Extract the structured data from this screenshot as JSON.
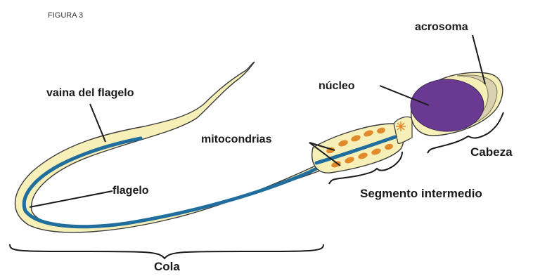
{
  "figure_label": "FIGURA 3",
  "labels": {
    "acrosoma": "acrosoma",
    "nucleo": "núcleo",
    "vaina": "vaina del flagelo",
    "mitocondrias": "mitocondrias",
    "flagelo": "flagelo",
    "cabeza": "Cabeza",
    "segmento": "Segmento intermedio",
    "cola": "Cola"
  },
  "colors": {
    "membrane": "#f6efb8",
    "outline": "#3a3a3a",
    "flagellum": "#1f6e9e",
    "mitochondria": "#e08a2c",
    "nucleus": "#6a3a92",
    "acrosome": "#d9d1b0"
  }
}
